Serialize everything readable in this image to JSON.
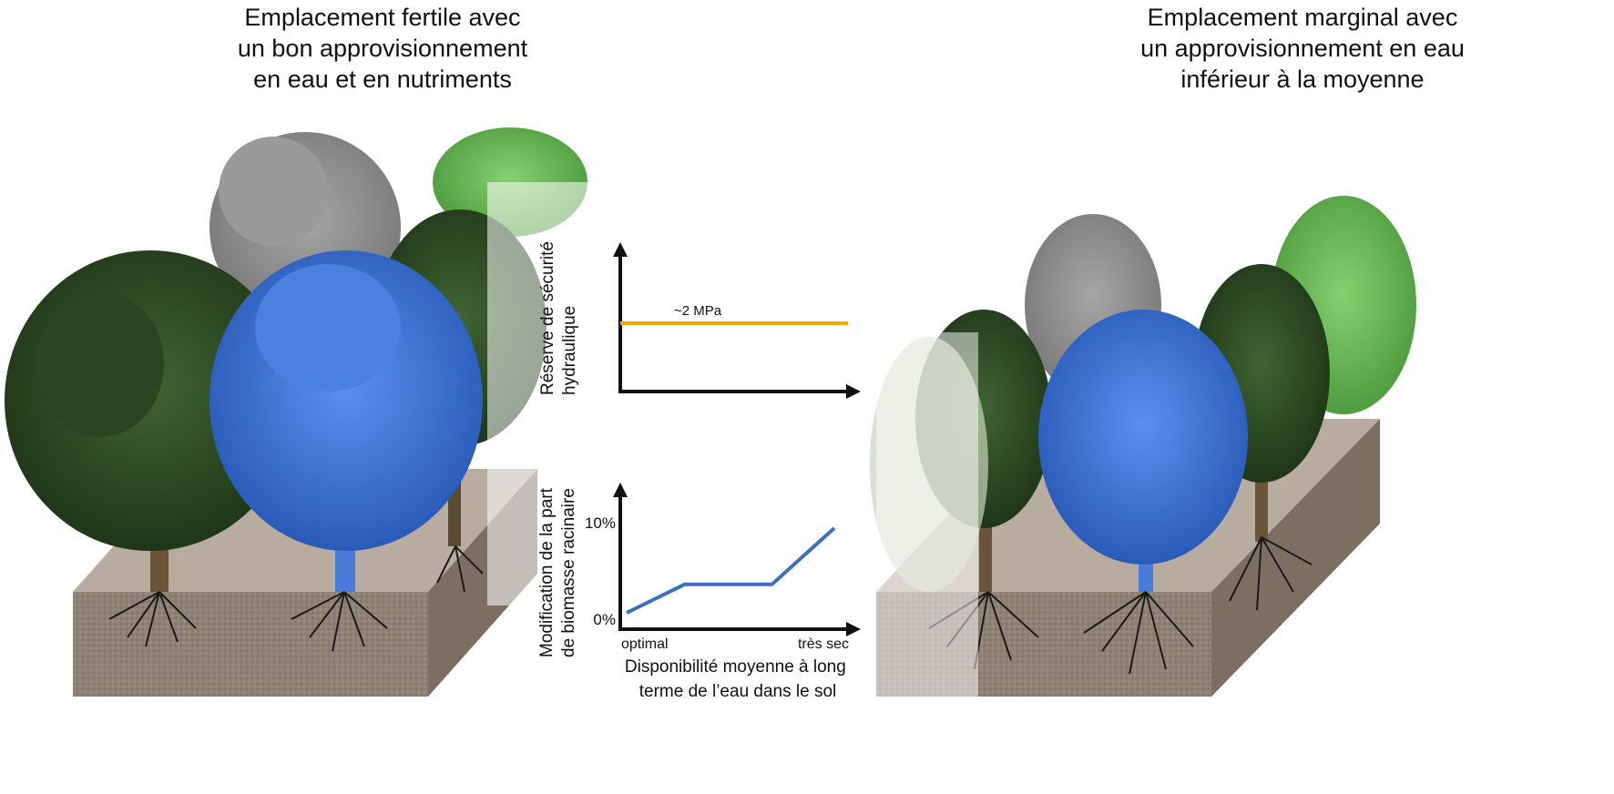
{
  "left_panel": {
    "title": "Emplacement fertile avec\nun bon approvisionnement\nen eau et en nutriments"
  },
  "right_panel": {
    "title": "Emplacement marginal avec\nun approvisionnement en eau\ninférieur à la moyenne"
  },
  "colors": {
    "soil": "#9c8d80",
    "soil_side": "#7d6e62",
    "blue_tree": "#3b6fd4",
    "dark_tree": "#2d4a22",
    "light_green_tree": "#6cbd5a",
    "grey_tree": "#8e8e8e",
    "safety_line": "#f2a900",
    "biomass_line": "#3d6fc0"
  },
  "chart_data": [
    {
      "type": "line",
      "ylabel": "Réserve de sécurité\nhydraulique",
      "annotation": "~2 MPa",
      "series": [
        {
          "x": [
            0,
            1
          ],
          "values": [
            2,
            2
          ]
        }
      ]
    },
    {
      "type": "line",
      "ylabel": "Modification de la part\nde biomasse racinaire",
      "xlabel": "Disponibilité moyenne à long\nterme de l’eau dans le sol",
      "x_tick_labels": [
        "optimal",
        "très sec"
      ],
      "y_tick_labels": [
        "0%",
        "10%"
      ],
      "ylim": [
        0,
        10
      ],
      "series": [
        {
          "x": [
            0,
            0.28,
            0.7,
            1.0
          ],
          "values": [
            0.3,
            3.4,
            3.4,
            9.5
          ]
        }
      ]
    }
  ]
}
